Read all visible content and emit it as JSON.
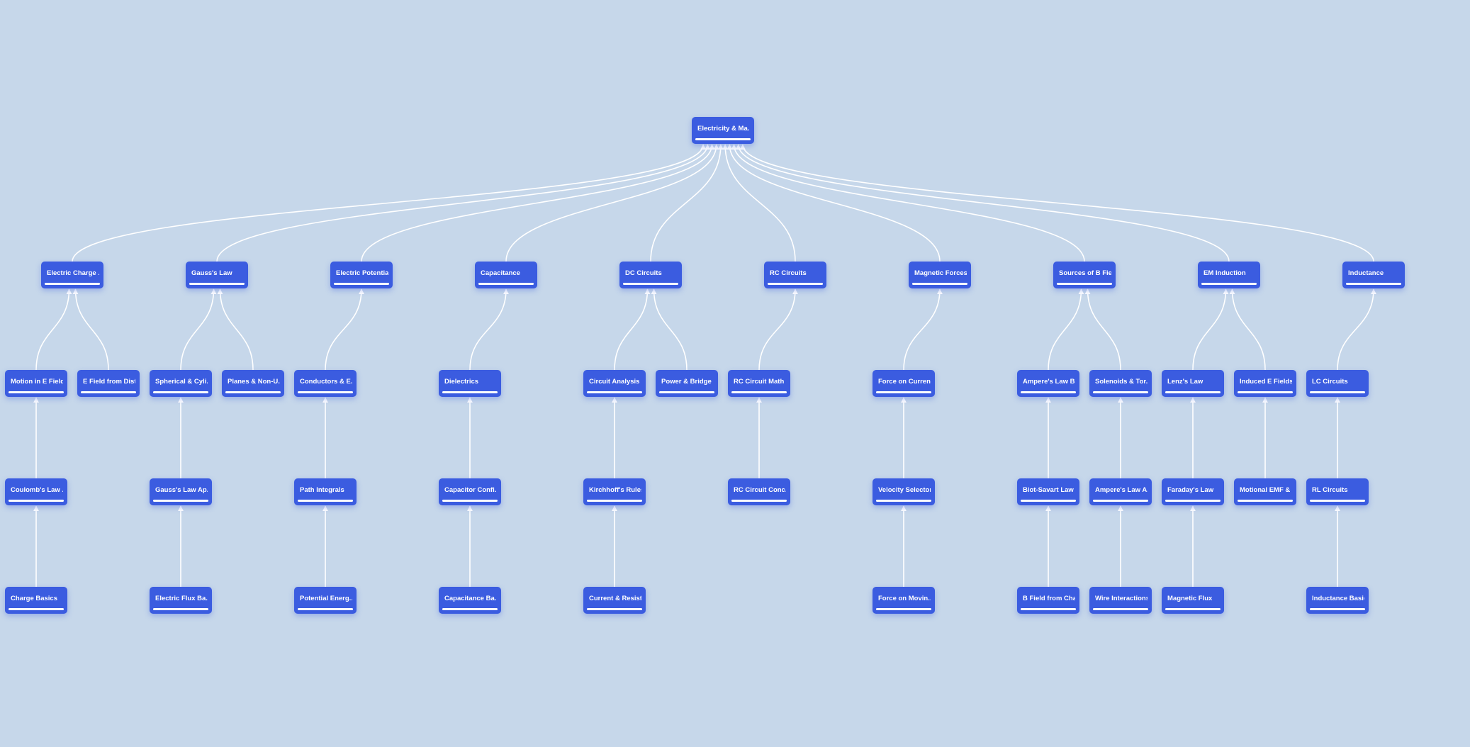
{
  "diagram": {
    "root": {
      "id": "root",
      "label": "Electricity & Ma..."
    },
    "topics": [
      {
        "id": "t1",
        "label": "Electric Charge ...",
        "children": [
          {
            "id": "c1a",
            "label": "Motion in E Fields",
            "chain": [
              {
                "id": "c1a2",
                "label": "Coulomb's Law ..."
              },
              {
                "id": "c1a3",
                "label": "Charge Basics"
              }
            ]
          },
          {
            "id": "c1b",
            "label": "E Field from Dist...",
            "chain": []
          }
        ]
      },
      {
        "id": "t2",
        "label": "Gauss's Law",
        "children": [
          {
            "id": "c2a",
            "label": "Spherical & Cyli...",
            "chain": [
              {
                "id": "c2a2",
                "label": "Gauss's Law Ap..."
              },
              {
                "id": "c2a3",
                "label": "Electric Flux Ba..."
              }
            ]
          },
          {
            "id": "c2b",
            "label": "Planes & Non-U...",
            "chain": []
          }
        ]
      },
      {
        "id": "t3",
        "label": "Electric Potential",
        "children": [
          {
            "id": "c3a",
            "label": "Conductors & E...",
            "chain": [
              {
                "id": "c3a2",
                "label": "Path Integrals"
              },
              {
                "id": "c3a3",
                "label": "Potential Energ..."
              }
            ]
          }
        ]
      },
      {
        "id": "t4",
        "label": "Capacitance",
        "children": [
          {
            "id": "c4a",
            "label": "Dielectrics",
            "chain": [
              {
                "id": "c4a2",
                "label": "Capacitor Confi..."
              },
              {
                "id": "c4a3",
                "label": "Capacitance Ba..."
              }
            ]
          }
        ]
      },
      {
        "id": "t5",
        "label": "DC Circuits",
        "children": [
          {
            "id": "c5a",
            "label": "Circuit Analysis",
            "chain": [
              {
                "id": "c5a2",
                "label": "Kirchhoff's Rules"
              },
              {
                "id": "c5a3",
                "label": "Current & Resist..."
              }
            ]
          },
          {
            "id": "c5b",
            "label": "Power & Bridge ...",
            "chain": []
          }
        ]
      },
      {
        "id": "t6",
        "label": "RC Circuits",
        "children": [
          {
            "id": "c6a",
            "label": "RC Circuit Math",
            "chain": [
              {
                "id": "c6a2",
                "label": "RC Circuit Conc..."
              }
            ]
          }
        ]
      },
      {
        "id": "t7",
        "label": "Magnetic Forces",
        "children": [
          {
            "id": "c7a",
            "label": "Force on Curren...",
            "chain": [
              {
                "id": "c7a2",
                "label": "Velocity Selectors"
              },
              {
                "id": "c7a3",
                "label": "Force on Movin..."
              }
            ]
          }
        ]
      },
      {
        "id": "t8",
        "label": "Sources of B Fie...",
        "children": [
          {
            "id": "c8a",
            "label": "Ampere's Law B...",
            "chain": [
              {
                "id": "c8a2",
                "label": "Biot-Savart Law"
              },
              {
                "id": "c8a3",
                "label": "B Field from Cha..."
              }
            ]
          },
          {
            "id": "c8b",
            "label": "Solenoids & Tor...",
            "chain": [
              {
                "id": "c8b2",
                "label": "Ampere's Law A..."
              },
              {
                "id": "c8b3",
                "label": "Wire Interactions"
              }
            ]
          }
        ]
      },
      {
        "id": "t9",
        "label": "EM Induction",
        "children": [
          {
            "id": "c9a",
            "label": "Lenz's Law",
            "chain": [
              {
                "id": "c9a2",
                "label": "Faraday's Law"
              },
              {
                "id": "c9a3",
                "label": "Magnetic Flux"
              }
            ]
          },
          {
            "id": "c9b",
            "label": "Induced E Fields",
            "chain": [
              {
                "id": "c9b2",
                "label": "Motional EMF & ..."
              }
            ]
          }
        ]
      },
      {
        "id": "t10",
        "label": "Inductance",
        "children": [
          {
            "id": "c10a",
            "label": "LC Circuits",
            "chain": [
              {
                "id": "c10a2",
                "label": "RL Circuits"
              },
              {
                "id": "c10a3",
                "label": "Inductance Basics"
              }
            ]
          }
        ]
      }
    ]
  },
  "colors": {
    "background": "#c6d7ea",
    "node": "#3b5ce0",
    "node_text": "#ffffff",
    "edge": "#ffffff"
  }
}
